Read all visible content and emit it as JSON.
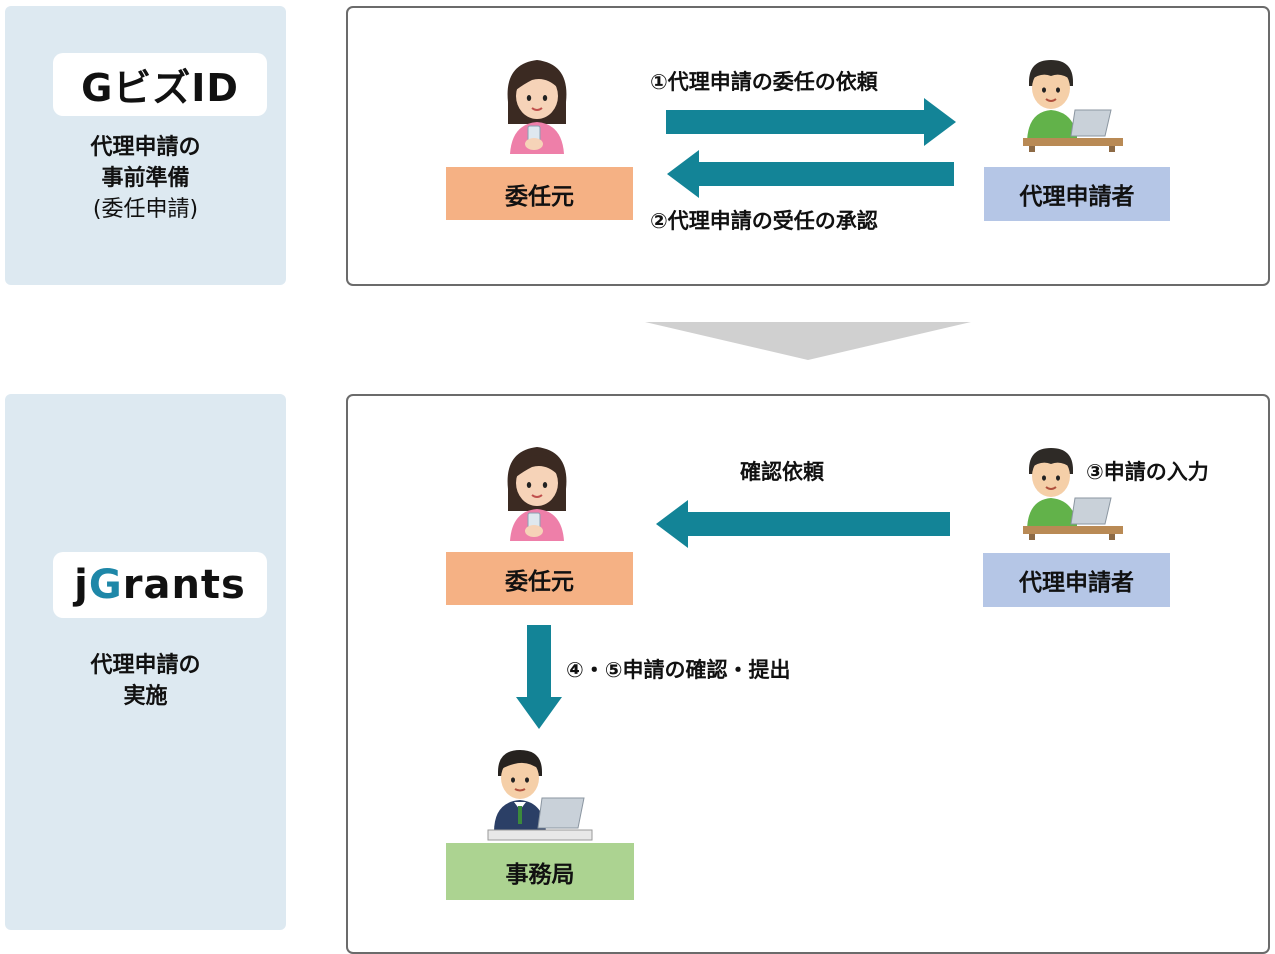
{
  "sections": [
    {
      "logo": "GビズID",
      "title_line1": "代理申請の",
      "title_line2": "事前準備",
      "sub": "(委任申請)"
    },
    {
      "logo_j": "j",
      "logo_g": "G",
      "logo_rest": "rants",
      "title_line1": "代理申請の",
      "title_line2": "実施"
    }
  ],
  "top_flow": {
    "left_role": "委任元",
    "right_role": "代理申請者",
    "arrow1_label": "①代理申請の委任の依頼",
    "arrow2_label": "②代理申請の受任の承認"
  },
  "bottom_flow": {
    "left_role": "委任元",
    "right_role": "代理申請者",
    "bottom_role": "事務局",
    "arrow_left_label": "確認依頼",
    "input_label": "③申請の入力",
    "arrow_down_label": "④・⑤申請の確認・提出"
  },
  "colors": {
    "arrow": "#138497",
    "orange_box": "#f5b184",
    "blue_box": "#b5c6e6",
    "green_box": "#acd391",
    "side_panel": "#dde9f1",
    "jgrants_g": "#1e87a8"
  },
  "icons": [
    "woman-phone-icon",
    "man-laptop-icon",
    "official-laptop-icon"
  ]
}
